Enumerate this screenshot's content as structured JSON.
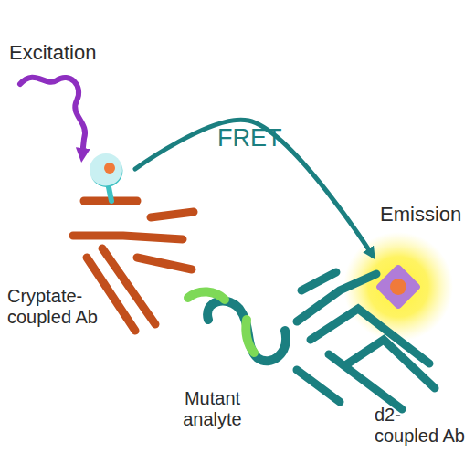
{
  "diagram": {
    "nodes": [
      {
        "text": [
          "Cryptate- coupled Ab"
        ]
      },
      {
        "text": [
          "Mutant analyte"
        ]
      },
      {
        "text": [
          "d2- coupled Ab"
        ]
      }
    ],
    "edges": [
      {
        "from": 0,
        "to": 2,
        "arrow": "to",
        "label": "FRET"
      }
    ],
    "labels": [
      "Excitation",
      "Emission"
    ]
  }
}
